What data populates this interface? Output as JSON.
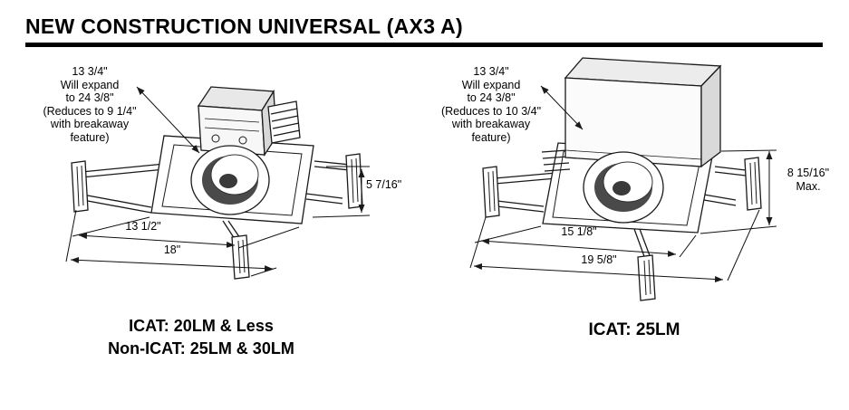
{
  "title": "NEW CONSTRUCTION UNIVERSAL (AX3 A)",
  "left_figure": {
    "annotation_lines": [
      "13 3/4\"",
      "Will expand",
      "to 24 3/8\"",
      "(Reduces to 9 1/4\"",
      "with breakaway",
      "feature)"
    ],
    "height_dim": "5 7/16\"",
    "inner_width_dim": "13 1/2\"",
    "outer_width_dim": "18\"",
    "caption_lines": [
      "ICAT: 20LM & Less",
      "Non-ICAT: 25LM & 30LM"
    ]
  },
  "right_figure": {
    "annotation_lines": [
      "13 3/4\"",
      "Will expand",
      "to 24 3/8\"",
      "(Reduces to 10 3/4\"",
      "with breakaway",
      "feature)"
    ],
    "height_dim_lines": [
      "8 15/16\"",
      "Max."
    ],
    "inner_width_dim": "15 1/8\"",
    "outer_width_dim": "19 5/8\"",
    "caption": "ICAT: 25LM"
  },
  "colors": {
    "line": "#1a1a1a",
    "rule": "#000000",
    "shade_dark": "#4a4a4a"
  }
}
